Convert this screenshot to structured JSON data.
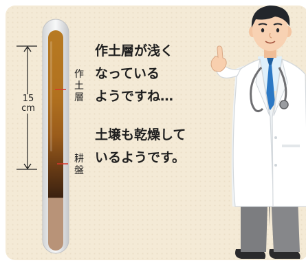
{
  "scale": {
    "number": "15",
    "unit": "cm"
  },
  "layer_labels": {
    "topsoil": [
      "作",
      "土",
      "層"
    ],
    "hardpan": [
      "耕",
      "盤"
    ]
  },
  "speech": {
    "block1": [
      "作土層が浅く",
      "なっている",
      "ようですね…"
    ],
    "block2": [
      "土壌も乾燥して",
      "いるようです。"
    ]
  },
  "colors": {
    "panel_background": "#f4ead6",
    "topsoil": "#b1711f",
    "hardpan": "#3a2110",
    "subsoil": "#b89378",
    "marker_line": "#d8352a",
    "coat": "#ffffff",
    "tie": "#2c78c4",
    "trousers": "#7c7d80"
  }
}
